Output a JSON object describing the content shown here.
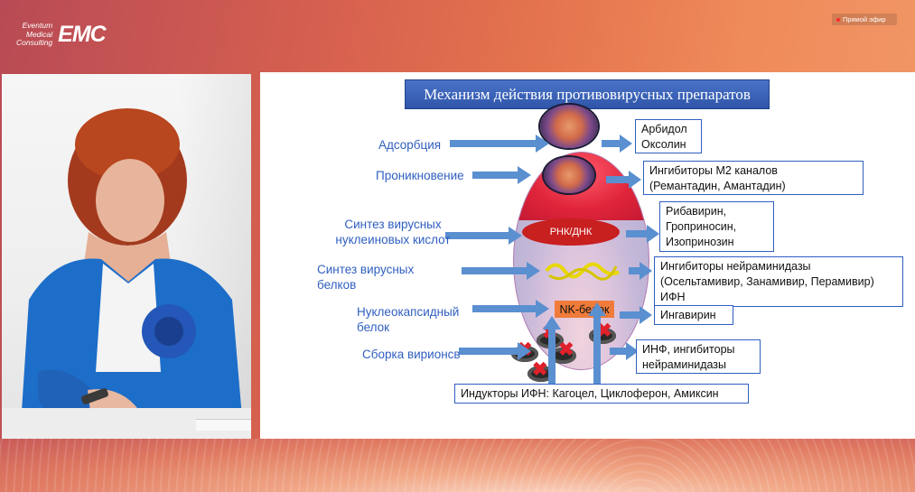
{
  "brand": {
    "logo_text_lines": [
      "Eventum",
      "Medical",
      "Consulting"
    ],
    "logo_mark": "EMC"
  },
  "status": {
    "live_label": "Прямой эфир"
  },
  "slide": {
    "title": "Механизм действия противовирусных препаратов",
    "stages": [
      {
        "label": "Адсорбция"
      },
      {
        "label": "Проникновение"
      },
      {
        "label": "Синтез вирусных нуклеиновых кислот"
      },
      {
        "label": "Синтез вирусных белков"
      },
      {
        "label": "Нуклеокапсидный белок"
      },
      {
        "label": "Сборка вирионсв"
      }
    ],
    "drugs": [
      {
        "text": "Арбидол\nОксолин"
      },
      {
        "text": "Ингибиторы М2 каналов\n(Ремантадин, Амантадин)"
      },
      {
        "text": "Рибавирин,\nГроприносин,\nИзопринозин"
      },
      {
        "text": "Ингибиторы нейраминидазы\n(Осельтамивир, Занамивир, Перамивир)\nИФН"
      },
      {
        "text": "Ингавирин"
      },
      {
        "text": "ИНФ, ингибиторы\nнейраминидазы"
      }
    ],
    "nucleus_label": "РНК/ДНК",
    "nk_label": "NK-белок",
    "inductors": "Индукторы ИФН: Кагоцел, Циклоферон, Амиксин",
    "colors": {
      "title_bg": "#2f55a8",
      "label": "#2f5fc0",
      "arrow": "#5a8fd0",
      "nucleus": "#c81f1f",
      "nk": "#f07b3a"
    }
  }
}
